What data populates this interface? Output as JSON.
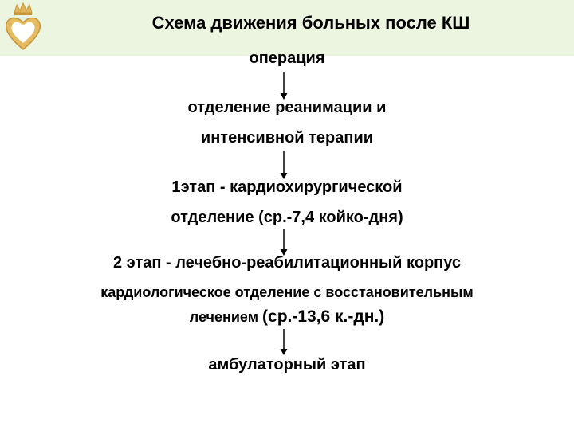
{
  "title": "Схема движения больных после КШ",
  "steps": {
    "s1": "операция",
    "s2_line1": "отделение реанимации и",
    "s2_line2": "интенсивной терапии",
    "s3_line1": "1этап - кардиохирургической",
    "s3_line2": "отделение (ср.-7,4 койко-дня)",
    "s4_line1": "2 этап - лечебно-реабилитационный корпус",
    "s4_line2": "кардиологическое отделение с восстановительным",
    "s4_line3_a": "лечением ",
    "s4_line3_b": "(ср.-13,6 к.-дн.)",
    "s5": "амбулаторный этап"
  },
  "colors": {
    "header_bg": "#ebf5df",
    "logo_gold": "#d8a94a",
    "text": "#000000"
  },
  "icons": {
    "logo": "heart-crown-logo",
    "arrow": "arrow-down"
  }
}
